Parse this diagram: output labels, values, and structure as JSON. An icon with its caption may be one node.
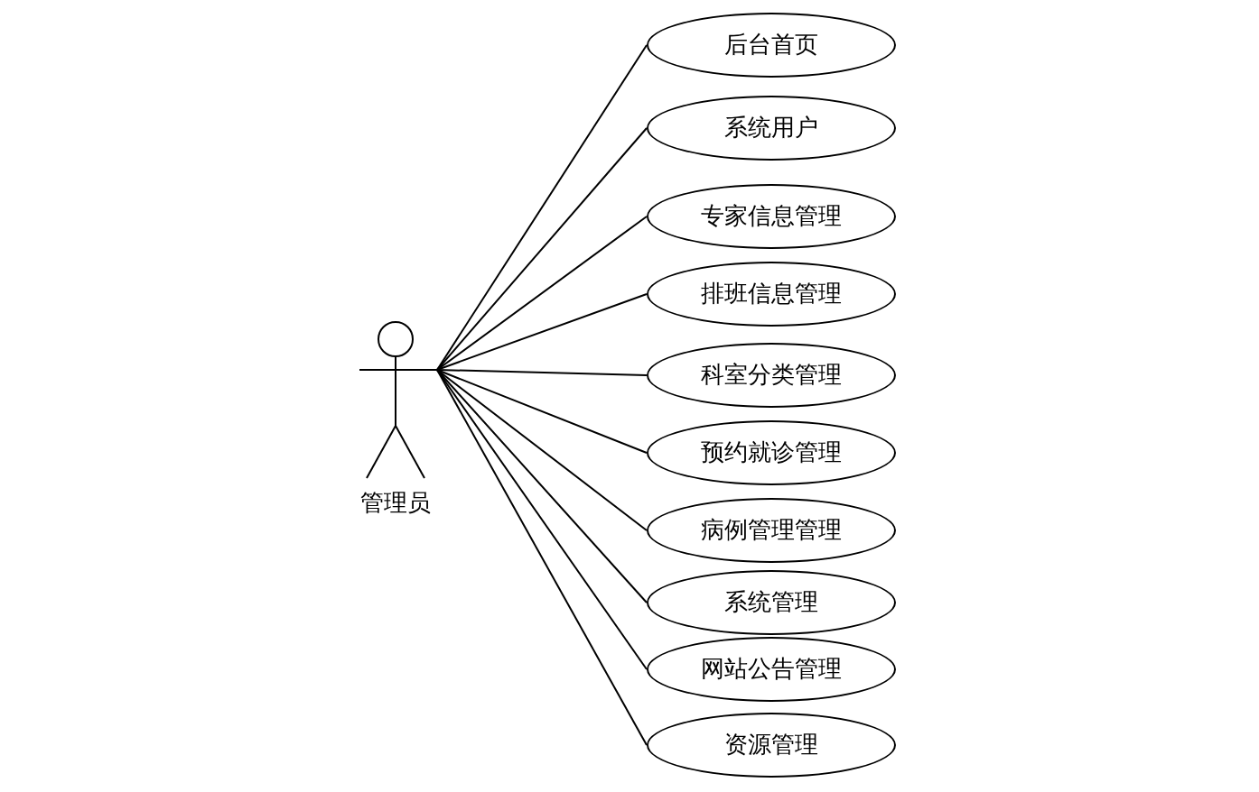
{
  "diagram": {
    "nodes": [
      {
        "text": [
          "管理员"
        ]
      },
      {
        "text": [
          "后台首页"
        ]
      },
      {
        "text": [
          "系统用户"
        ]
      },
      {
        "text": [
          "专家信息管理"
        ]
      },
      {
        "text": [
          "排班信息管理"
        ]
      },
      {
        "text": [
          "科室分类管理"
        ]
      },
      {
        "text": [
          "预约就诊管理"
        ]
      },
      {
        "text": [
          "病例管理管理"
        ]
      },
      {
        "text": [
          "系统管理"
        ]
      },
      {
        "text": [
          "网站公告管理"
        ]
      },
      {
        "text": [
          "资源管理"
        ]
      }
    ],
    "edges": [
      {
        "from": 0,
        "to": 1,
        "arrow": "none"
      },
      {
        "from": 0,
        "to": 2,
        "arrow": "none"
      },
      {
        "from": 0,
        "to": 3,
        "arrow": "none"
      },
      {
        "from": 0,
        "to": 4,
        "arrow": "none"
      },
      {
        "from": 0,
        "to": 5,
        "arrow": "none"
      },
      {
        "from": 0,
        "to": 6,
        "arrow": "none"
      },
      {
        "from": 0,
        "to": 7,
        "arrow": "none"
      },
      {
        "from": 0,
        "to": 8,
        "arrow": "none"
      },
      {
        "from": 0,
        "to": 9,
        "arrow": "none"
      },
      {
        "from": 0,
        "to": 10,
        "arrow": "none"
      }
    ]
  }
}
